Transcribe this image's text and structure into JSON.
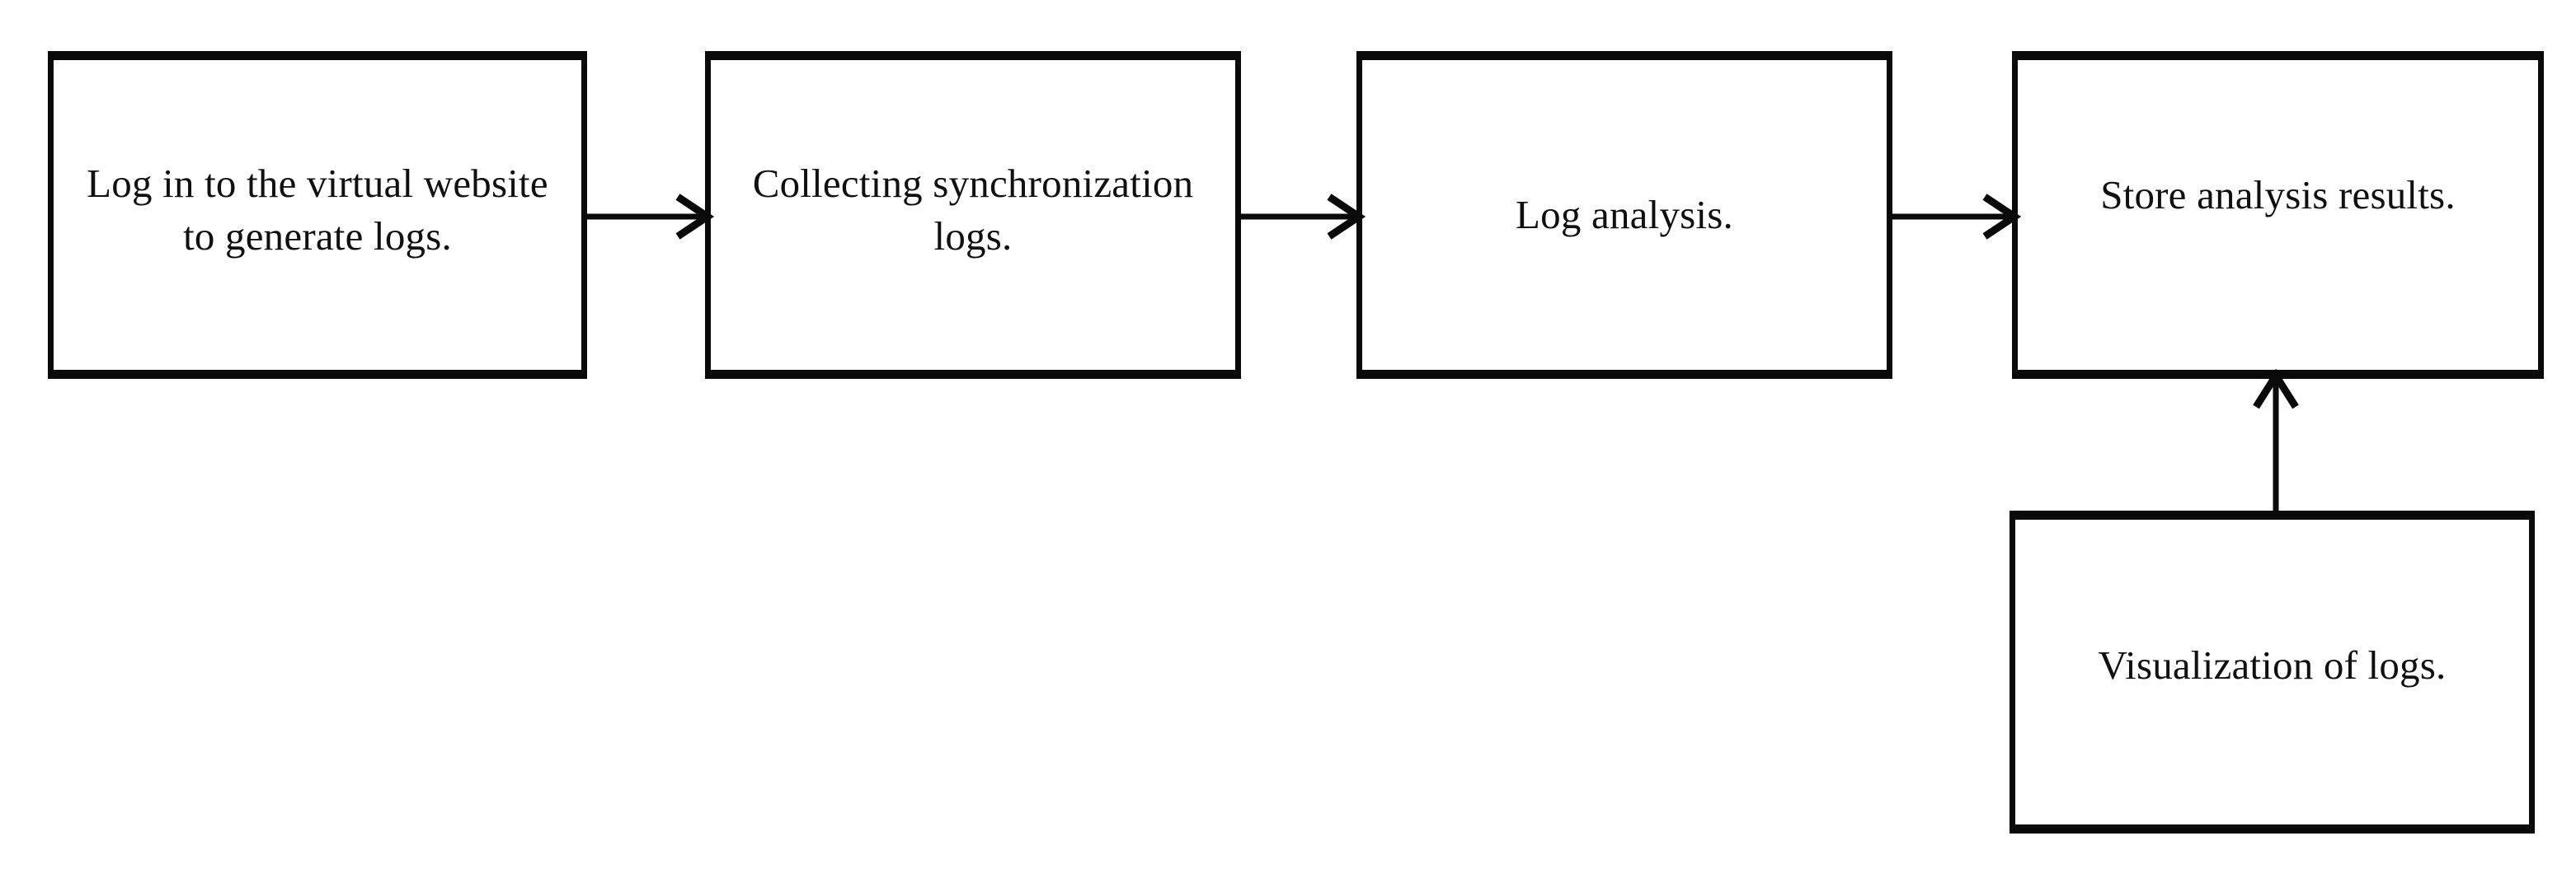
{
  "diagram": {
    "type": "flowchart",
    "orientation": "left-to-right with one upward branch",
    "background_color": "#ffffff",
    "line_color": "#0a0a0a",
    "text_color": "#101010",
    "nodes": [
      {
        "id": "login",
        "label": "Log in to the virtual website to generate logs.",
        "shape": "rectangle",
        "order": 1
      },
      {
        "id": "collect",
        "label": "Collecting synchronization logs.",
        "shape": "rectangle",
        "order": 2
      },
      {
        "id": "analyze",
        "label": "Log analysis.",
        "shape": "rectangle",
        "order": 3
      },
      {
        "id": "store",
        "label": "Store analysis results.",
        "shape": "rectangle",
        "order": 4
      },
      {
        "id": "visualize",
        "label": "Visualization of logs.",
        "shape": "rectangle",
        "order": 5
      }
    ],
    "edges": [
      {
        "id": "login-collect",
        "from": "login",
        "to": "collect",
        "direction": "right",
        "arrowhead": "open-v",
        "label": ""
      },
      {
        "id": "collect-analyze",
        "from": "collect",
        "to": "analyze",
        "direction": "right",
        "arrowhead": "open-v",
        "label": ""
      },
      {
        "id": "analyze-store",
        "from": "analyze",
        "to": "store",
        "direction": "right",
        "arrowhead": "open-v",
        "label": ""
      },
      {
        "id": "visualize-store",
        "from": "visualize",
        "to": "store",
        "direction": "up",
        "arrowhead": "open-v",
        "label": ""
      }
    ]
  }
}
